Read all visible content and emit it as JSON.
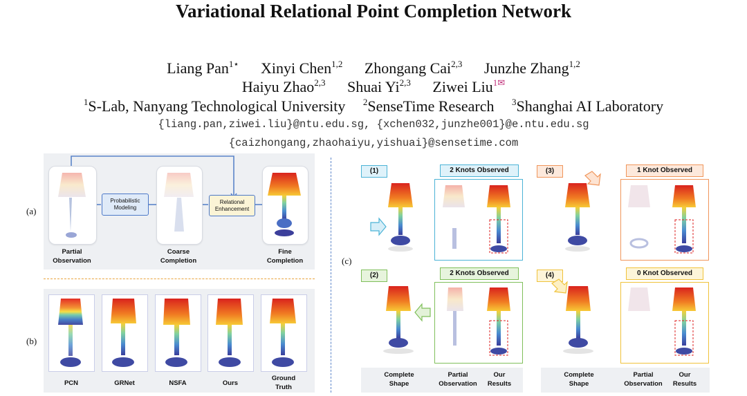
{
  "paper": {
    "title": "Variational Relational Point Completion Network",
    "authors_line1": [
      {
        "name": "Liang Pan",
        "sup": "1⋆"
      },
      {
        "name": "Xinyi Chen",
        "sup": "1,2"
      },
      {
        "name": "Zhongang Cai",
        "sup": "2,3"
      },
      {
        "name": "Junzhe Zhang",
        "sup": "1,2"
      }
    ],
    "authors_line2": [
      {
        "name": "Haiyu Zhao",
        "sup": "2,3"
      },
      {
        "name": "Shuai Yi",
        "sup": "2,3"
      },
      {
        "name": "Ziwei Liu",
        "sup": "1✉"
      }
    ],
    "affiliations": [
      {
        "sup": "1",
        "name": "S-Lab, Nanyang Technological University"
      },
      {
        "sup": "2",
        "name": "SenseTime Research"
      },
      {
        "sup": "3",
        "name": "Shanghai AI Laboratory"
      }
    ],
    "email_line1": "{liang.pan,ziwei.liu}@ntu.edu.sg, {xchen032,junzhe001}@e.ntu.edu.sg",
    "email_line2": "{caizhongang,zhaohaiyu,yishuai}@sensetime.com"
  },
  "figure": {
    "panel_a": {
      "label": "(a)",
      "steps": [
        {
          "line1": "Partial",
          "line2": "Observation"
        },
        {
          "line1": "Coarse",
          "line2": "Completion"
        },
        {
          "line1": "Fine",
          "line2": "Completion"
        }
      ],
      "boxes": [
        {
          "line1": "Probabilistic",
          "line2": "Modeling"
        },
        {
          "line1": "Relational",
          "line2": "Enhancement"
        }
      ]
    },
    "panel_b": {
      "label": "(b)",
      "methods": [
        {
          "line1": "PCN",
          "line2": ""
        },
        {
          "line1": "GRNet",
          "line2": ""
        },
        {
          "line1": "NSFA",
          "line2": ""
        },
        {
          "line1": "Ours",
          "line2": ""
        },
        {
          "line1": "Ground",
          "line2": "Truth"
        }
      ]
    },
    "panel_c": {
      "label": "(c)",
      "cases": [
        {
          "num": "(1)",
          "title": "2 Knots Observed",
          "color": "#4bb3d6"
        },
        {
          "num": "(2)",
          "title": "2 Knots Observed",
          "color": "#7fbf5a"
        },
        {
          "num": "(3)",
          "title": "1 Knot Observed",
          "color": "#f0955a"
        },
        {
          "num": "(4)",
          "title": "0 Knot Observed",
          "color": "#f0c23a"
        }
      ],
      "columns_left": [
        {
          "line1": "Complete",
          "line2": "Shape"
        },
        {
          "line1": "Partial",
          "line2": "Observation"
        },
        {
          "line1": "Our",
          "line2": "Results"
        }
      ],
      "columns_right": [
        {
          "line1": "Complete",
          "line2": "Shape"
        },
        {
          "line1": "Partial",
          "line2": "Observation"
        },
        {
          "line1": "Our",
          "line2": "Results"
        }
      ]
    }
  }
}
